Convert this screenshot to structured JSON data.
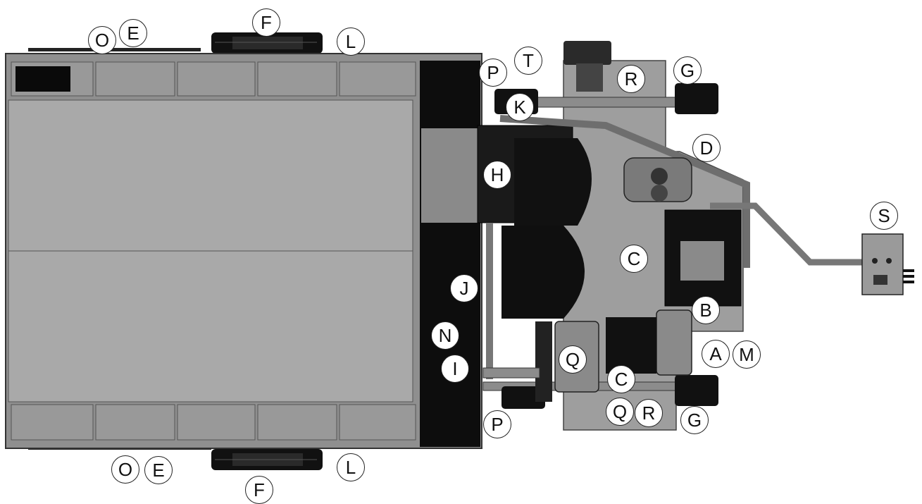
{
  "diagram": {
    "background": "#ffffff",
    "colors": {
      "frame": "#8f8f8f",
      "deck": "#a9a9a9",
      "dark": "#111111",
      "outline": "#333333"
    },
    "callouts": [
      {
        "id": "o_top",
        "label": "O"
      },
      {
        "id": "e_top",
        "label": "E"
      },
      {
        "id": "f_top",
        "label": "F"
      },
      {
        "id": "l_top",
        "label": "L"
      },
      {
        "id": "p_top",
        "label": "P"
      },
      {
        "id": "t_top",
        "label": "T"
      },
      {
        "id": "r_top",
        "label": "R"
      },
      {
        "id": "g_top",
        "label": "G"
      },
      {
        "id": "k",
        "label": "K"
      },
      {
        "id": "d",
        "label": "D"
      },
      {
        "id": "h",
        "label": "H"
      },
      {
        "id": "s",
        "label": "S"
      },
      {
        "id": "c_upper",
        "label": "C"
      },
      {
        "id": "j",
        "label": "J"
      },
      {
        "id": "b",
        "label": "B"
      },
      {
        "id": "n",
        "label": "N"
      },
      {
        "id": "a",
        "label": "A"
      },
      {
        "id": "m",
        "label": "M"
      },
      {
        "id": "q_upper",
        "label": "Q"
      },
      {
        "id": "i",
        "label": "I"
      },
      {
        "id": "c_lower",
        "label": "C"
      },
      {
        "id": "q_lower",
        "label": "Q"
      },
      {
        "id": "r_lower",
        "label": "R"
      },
      {
        "id": "g_lower",
        "label": "G"
      },
      {
        "id": "p_lower",
        "label": "P"
      },
      {
        "id": "o_bottom",
        "label": "O"
      },
      {
        "id": "e_bottom",
        "label": "E"
      },
      {
        "id": "l_bottom",
        "label": "L"
      },
      {
        "id": "f_bottom",
        "label": "F"
      }
    ]
  }
}
